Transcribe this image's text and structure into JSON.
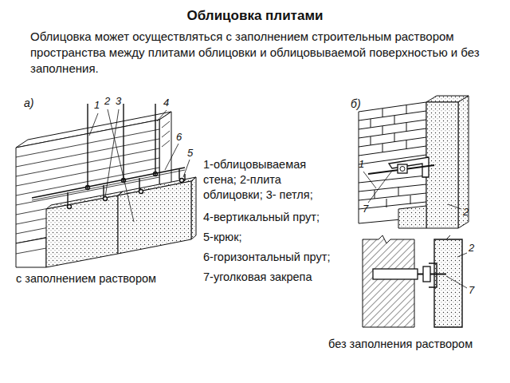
{
  "diagram": {
    "title": "Облицовка плитами",
    "labels": [
      "Облицовка может осуществляться с заполнением строительным раствором пространства между плитами облицовки и облицовываемой поверхностью и без заполнения.",
      "а)",
      "1",
      "2",
      "3",
      "4",
      "6",
      "5",
      "б)",
      "1",
      "7",
      "2",
      "2",
      "7",
      "1-облицовываемая стена; 2-плита облицовки; 3- петля;",
      "4-вертикальный прут;",
      "5-крюк;",
      "6-горизонтальный прут;",
      "7-уголковая закрепа",
      "с заполнением раствором",
      "без заполнения раствором"
    ]
  }
}
